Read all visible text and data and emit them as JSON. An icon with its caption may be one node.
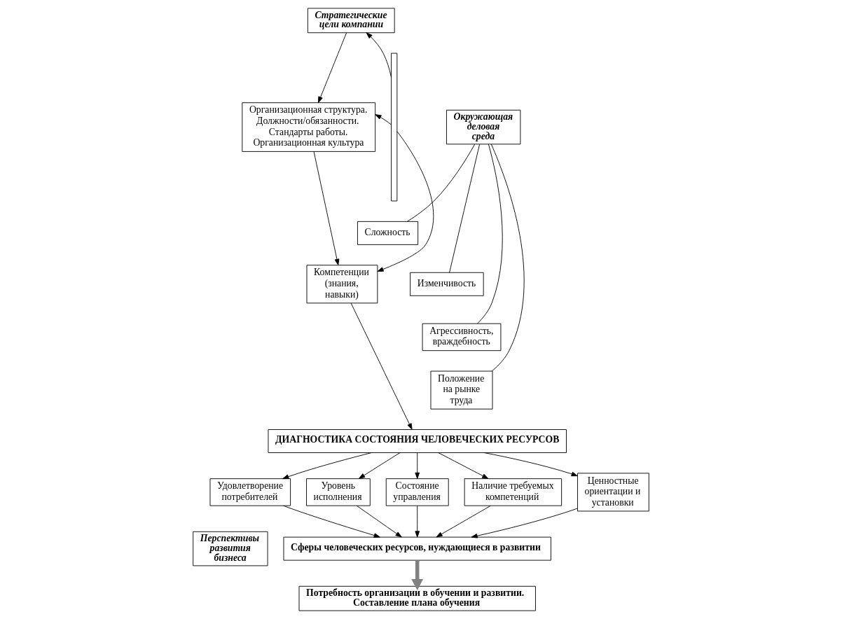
{
  "diagram": {
    "nodes": [
      {
        "text": [
          "Стратегические цели компании"
        ]
      },
      {
        "text": [
          "Организационная структура. Должности/обязанности. Стандарты работы. Организационная культура"
        ]
      },
      {
        "text": [
          "Компетенции (знания, навыки)"
        ]
      },
      {
        "text": [],
        "shape": "brace"
      },
      {
        "text": [
          "Сложность"
        ]
      },
      {
        "text": [
          "Изменчивость"
        ]
      },
      {
        "text": [
          "Агрессивность, враждебность"
        ]
      },
      {
        "text": [
          "Положение на рынке труда"
        ]
      },
      {
        "text": [
          "Окружающая деловая среда"
        ]
      },
      {
        "text": [
          "ДИАГНОСТИКА СОСТОЯНИЯ ЧЕЛОВЕЧЕСКИХ РЕСУРСОВ"
        ]
      },
      {
        "text": [
          "Удовлетворение потребителей"
        ]
      },
      {
        "text": [
          "Уровень исполнения"
        ]
      },
      {
        "text": [
          "Состояние управления"
        ]
      },
      {
        "text": [
          "Наличие требуемых компетенций"
        ]
      },
      {
        "text": [
          "Ценностные ориентации и установки"
        ]
      },
      {
        "text": [
          "Перспективы развития бизнеса"
        ]
      },
      {
        "text": [
          "Сферы человеческих ресурсов, нуждающиеся в развитии"
        ]
      },
      {
        "text": [
          "Потребность организации в обучении и развитии. Составление плана обучения"
        ]
      }
    ],
    "edges": [
      {
        "from": 0,
        "to": 1,
        "arrow": "to"
      },
      {
        "from": 1,
        "to": 2,
        "arrow": "to"
      },
      {
        "from": 3,
        "to": 0,
        "arrow": "to"
      },
      {
        "from": 3,
        "to": 1,
        "arrow": "to"
      },
      {
        "from": 3,
        "to": 2,
        "arrow": "to"
      },
      {
        "from": 8,
        "to": 4,
        "arrow": "none"
      },
      {
        "from": 8,
        "to": 5,
        "arrow": "none"
      },
      {
        "from": 8,
        "to": 6,
        "arrow": "none"
      },
      {
        "from": 8,
        "to": 7,
        "arrow": "none"
      },
      {
        "from": 2,
        "to": 9,
        "arrow": "to"
      },
      {
        "from": 9,
        "to": 10,
        "arrow": "to"
      },
      {
        "from": 9,
        "to": 11,
        "arrow": "to"
      },
      {
        "from": 9,
        "to": 12,
        "arrow": "to"
      },
      {
        "from": 9,
        "to": 13,
        "arrow": "to"
      },
      {
        "from": 9,
        "to": 14,
        "arrow": "to"
      },
      {
        "from": 10,
        "to": 16,
        "arrow": "to"
      },
      {
        "from": 11,
        "to": 16,
        "arrow": "to"
      },
      {
        "from": 12,
        "to": 16,
        "arrow": "to"
      },
      {
        "from": 13,
        "to": 16,
        "arrow": "to"
      },
      {
        "from": 14,
        "to": 16,
        "arrow": "to"
      },
      {
        "from": 16,
        "to": 17,
        "arrow": "to",
        "style": "thick",
        "color": "#808080"
      }
    ]
  }
}
